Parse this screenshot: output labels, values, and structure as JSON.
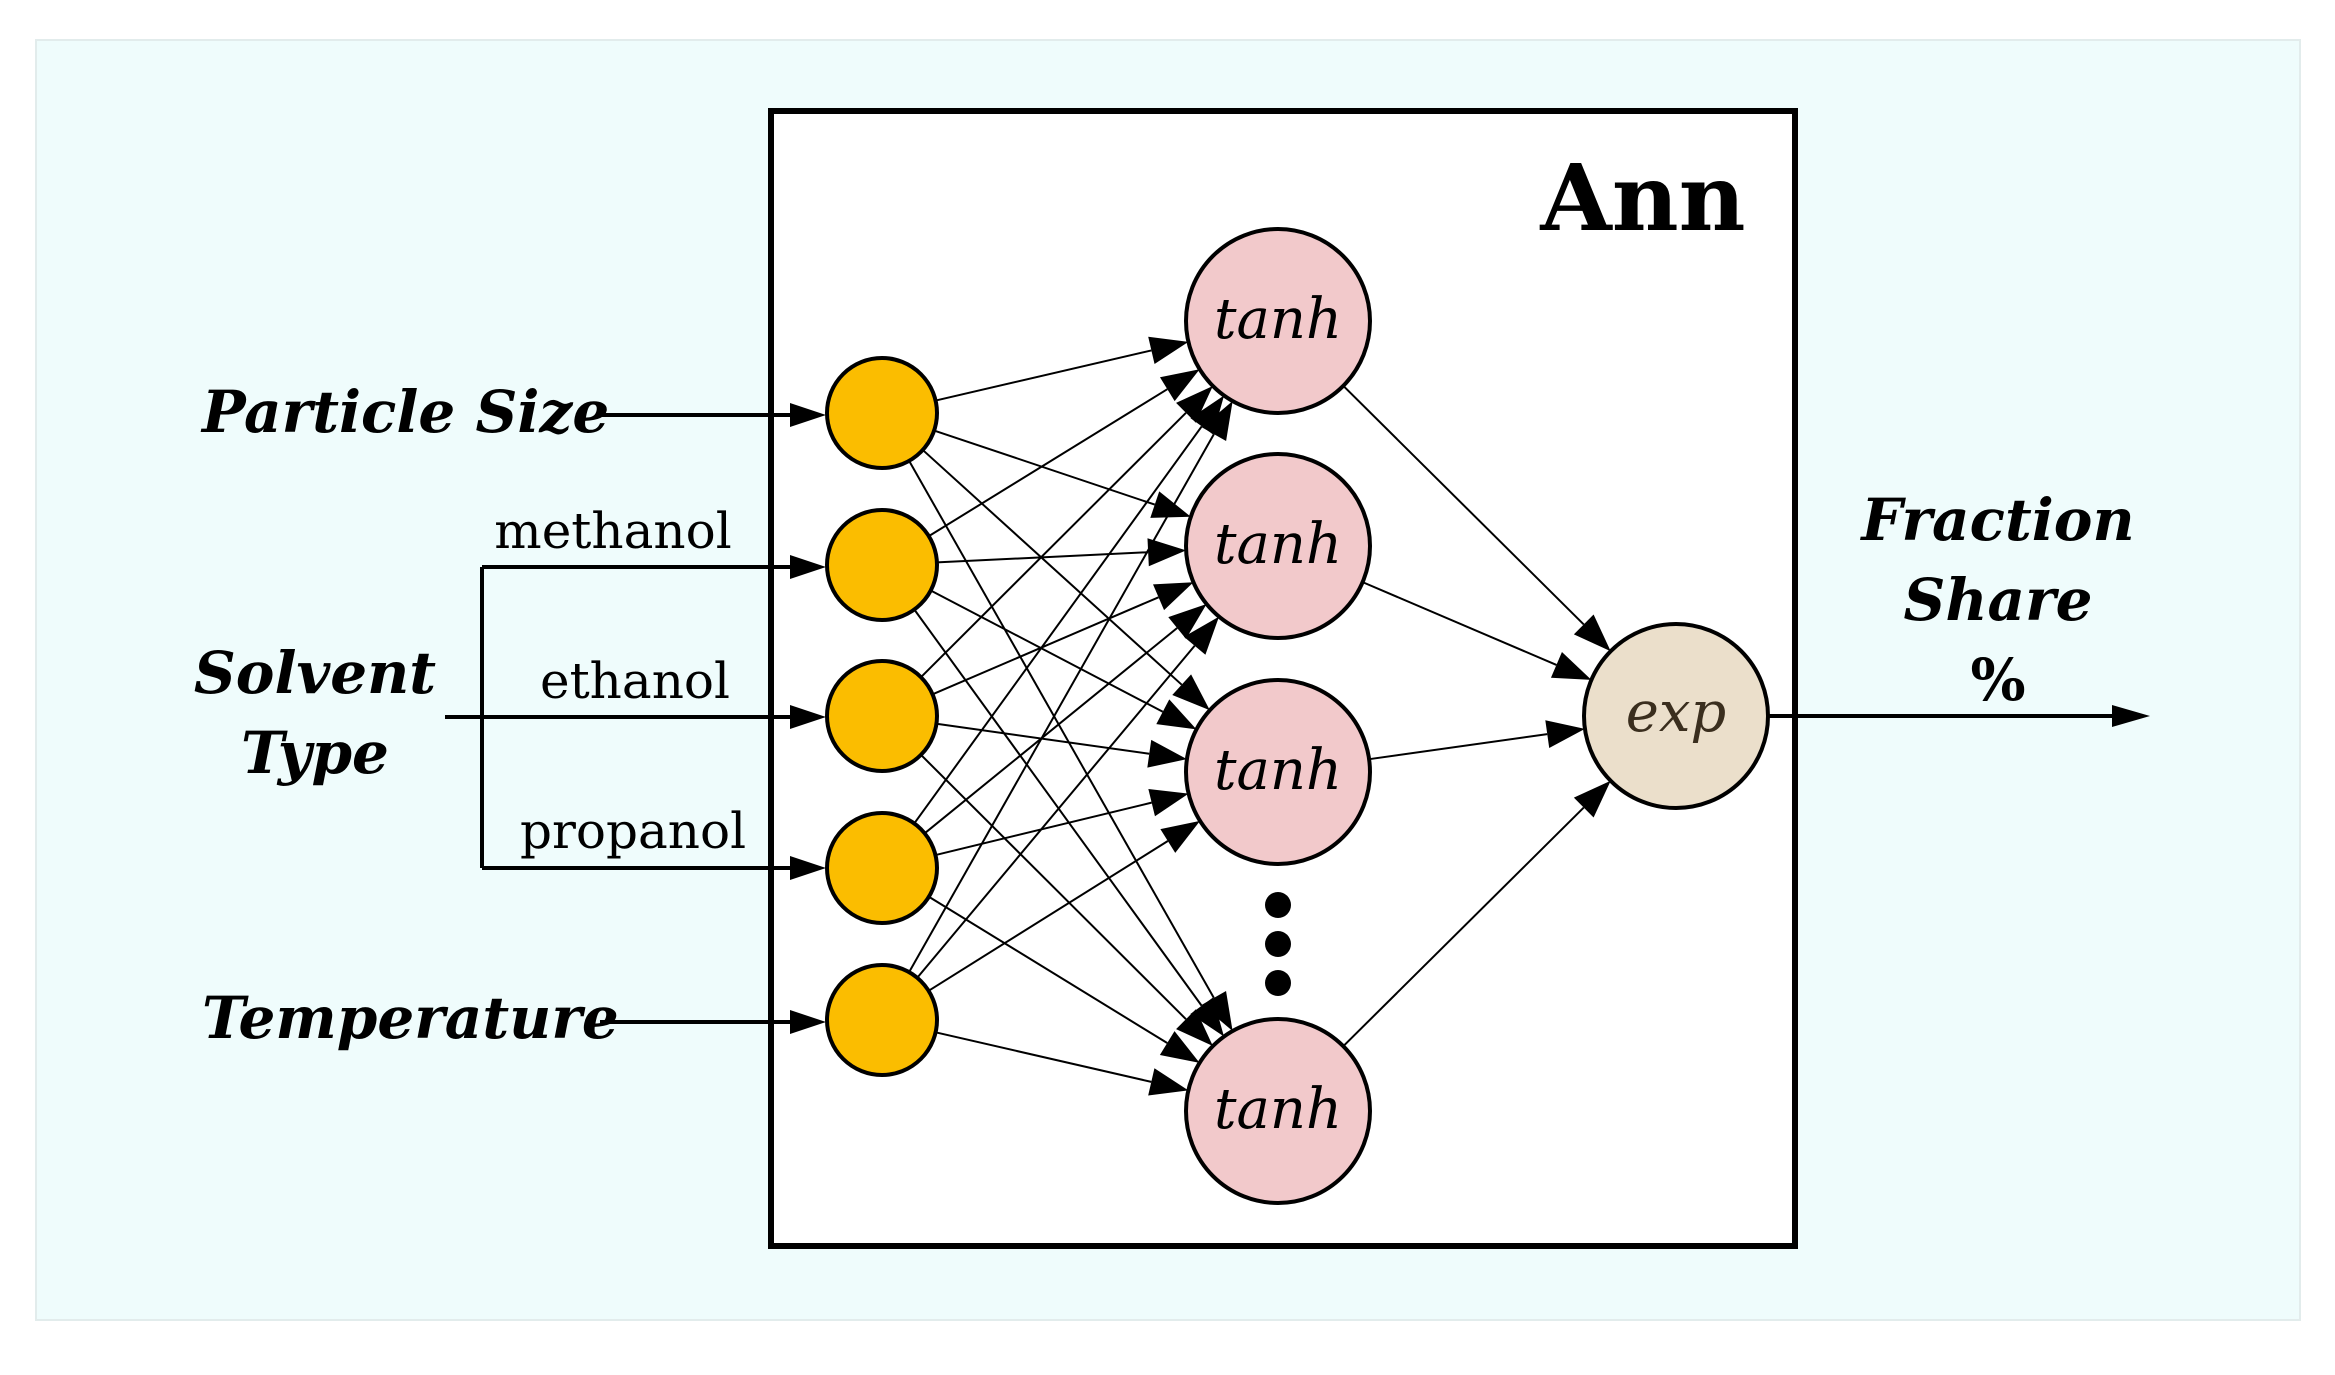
{
  "diagram": {
    "box_title": "Ann",
    "inputs": {
      "particle_size": "Particle Size",
      "solvent_type_line1": "Solvent",
      "solvent_type_line2": "Type",
      "temperature": "Temperature"
    },
    "solvent_options": {
      "methanol": "methanol",
      "ethanol": "ethanol",
      "propanol": "propanol"
    },
    "hidden_activation": "tanh",
    "output_activation": "exp",
    "output": {
      "line1": "Fraction",
      "line2": "Share",
      "line3": "%"
    },
    "colors": {
      "background": "#effcfc",
      "input_node": "#fbbd00",
      "hidden_node": "#f2c9cb",
      "output_node": "#ebdfcb",
      "stroke": "#000000"
    }
  }
}
